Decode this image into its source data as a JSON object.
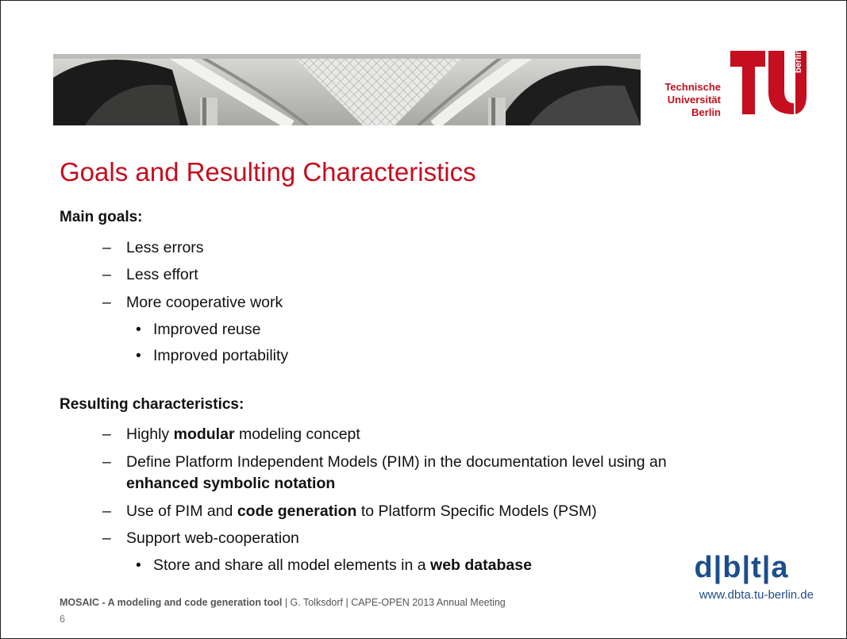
{
  "header": {
    "logo_lines": [
      "Technische",
      "Universität",
      "Berlin"
    ],
    "logo_side_text": "berlin"
  },
  "slide": {
    "title": "Goals and Resulting Characteristics",
    "main_goals_heading": "Main goals:",
    "main_goals": [
      "Less errors",
      "Less effort",
      "More cooperative work"
    ],
    "cooperative_sub": [
      "Improved reuse",
      "Improved portability"
    ],
    "resulting_heading": "Resulting characteristics:",
    "char1": {
      "before": "Highly ",
      "bold": "modular",
      "after": " modeling concept"
    },
    "char2": {
      "line1": "Define Platform Independent Models (PIM) in the documentation level using an",
      "bold": "enhanced symbolic notation"
    },
    "char3": {
      "before": "Use of PIM and ",
      "bold": "code generation",
      "after": " to Platform Specific Models (PSM)"
    },
    "char4": "Support web-cooperation",
    "char4_sub": {
      "before": "Store and share all model elements in a ",
      "bold": "web database"
    },
    "dash_symbol": "–",
    "bullet_symbol": "•"
  },
  "footer": {
    "bold": "MOSAIC -  A modeling and code generation tool",
    "rest": " | G. Tolksdorf | CAPE-OPEN 2013 Annual Meeting",
    "page": "6",
    "dbta_logo": "d|b|t|a",
    "dbta_url": "www.dbta.tu-berlin.de"
  },
  "colors": {
    "accent": "#c50e1f",
    "dbta_blue": "#1c4e8c"
  }
}
